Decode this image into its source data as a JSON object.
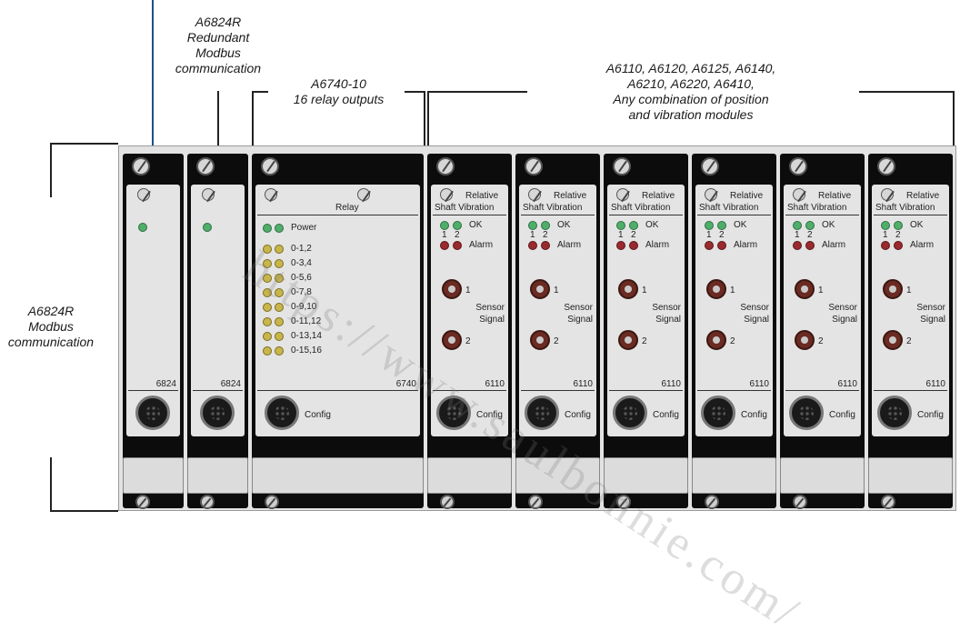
{
  "callouts": {
    "left": [
      "A6824R",
      "Modbus",
      "communication"
    ],
    "redundant": [
      "A6824R",
      "Redundant",
      "Modbus",
      "communication"
    ],
    "relay": [
      "A6740-10",
      "16 relay outputs"
    ],
    "vibration": [
      "A6110, A6120, A6125, A6140,",
      "A6210, A6220, A6410,",
      "Any combination of position",
      "and vibration modules"
    ]
  },
  "modules": {
    "comm_label": "6824",
    "relay": {
      "title": "Relay",
      "power_label": "Power",
      "outputs": [
        "0-1,2",
        "0-3,4",
        "0-5,6",
        "0-7,8",
        "0-9,10",
        "0-11,12",
        "0-13,14",
        "0-15,16"
      ],
      "model": "6740",
      "config_label": "Config"
    },
    "vibration": {
      "title_line1": "Relative",
      "title_line2": "Shaft Vibration",
      "ok_label": "OK",
      "alarm_label": "Alarm",
      "channel1": "1",
      "channel2": "2",
      "sensor_line1": "Sensor",
      "sensor_line2": "Signal",
      "model": "6110",
      "config_label": "Config"
    }
  },
  "watermark": "https://www.saulbonnie.com/",
  "colors": {
    "led_green": "#4fae6a",
    "led_red": "#9a2a2e",
    "led_yellow": "#c8b64a",
    "callout_line_blue": "#1f4e8c"
  }
}
